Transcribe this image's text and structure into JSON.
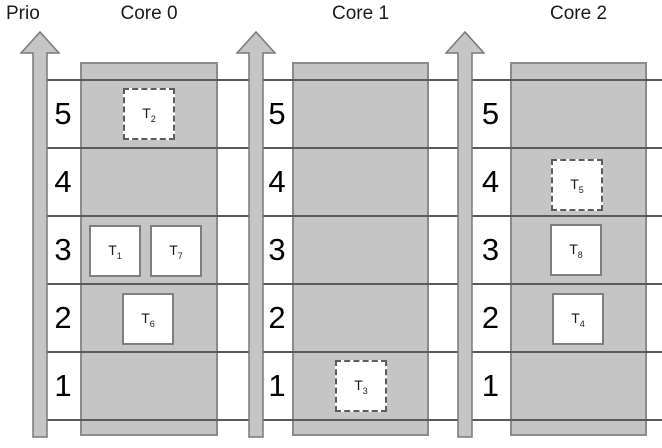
{
  "axis": {
    "label": "Prio"
  },
  "priorities": [
    "5",
    "4",
    "3",
    "2",
    "1"
  ],
  "cores": [
    {
      "label": "Core 0"
    },
    {
      "label": "Core 1"
    },
    {
      "label": "Core 2"
    }
  ],
  "tasks": {
    "t1": {
      "letter": "T",
      "sub": "1",
      "core": "Core 0",
      "priority": "3",
      "border": "solid"
    },
    "t2": {
      "letter": "T",
      "sub": "2",
      "core": "Core 0",
      "priority": "5",
      "border": "dashed"
    },
    "t3": {
      "letter": "T",
      "sub": "3",
      "core": "Core 1",
      "priority": "1",
      "border": "dashed"
    },
    "t4": {
      "letter": "T",
      "sub": "4",
      "core": "Core 2",
      "priority": "2",
      "border": "solid"
    },
    "t5": {
      "letter": "T",
      "sub": "5",
      "core": "Core 2",
      "priority": "4",
      "border": "dashed"
    },
    "t6": {
      "letter": "T",
      "sub": "6",
      "core": "Core 0",
      "priority": "2",
      "border": "solid"
    },
    "t7": {
      "letter": "T",
      "sub": "7",
      "core": "Core 0",
      "priority": "3",
      "border": "solid"
    },
    "t8": {
      "letter": "T",
      "sub": "8",
      "core": "Core 2",
      "priority": "3",
      "border": "solid"
    }
  },
  "colors": {
    "column_fill": "#c5c5c5",
    "arrow_fill": "#c5c5c5",
    "outline": "#7f7f7f",
    "grid_line": "#5a5a5a"
  }
}
